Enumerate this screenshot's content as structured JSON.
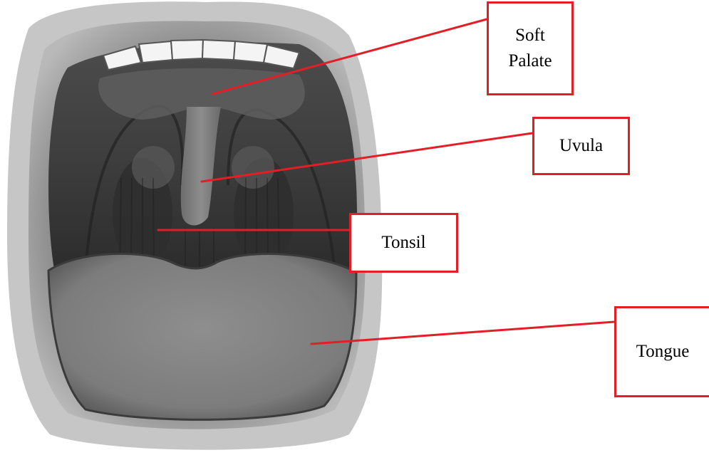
{
  "diagram": {
    "accent_color": "#e41e26",
    "labels": {
      "soft_palate": "Soft Palate",
      "uvula": "Uvula",
      "tonsil": "Tonsil",
      "tongue": "Tongue"
    }
  }
}
